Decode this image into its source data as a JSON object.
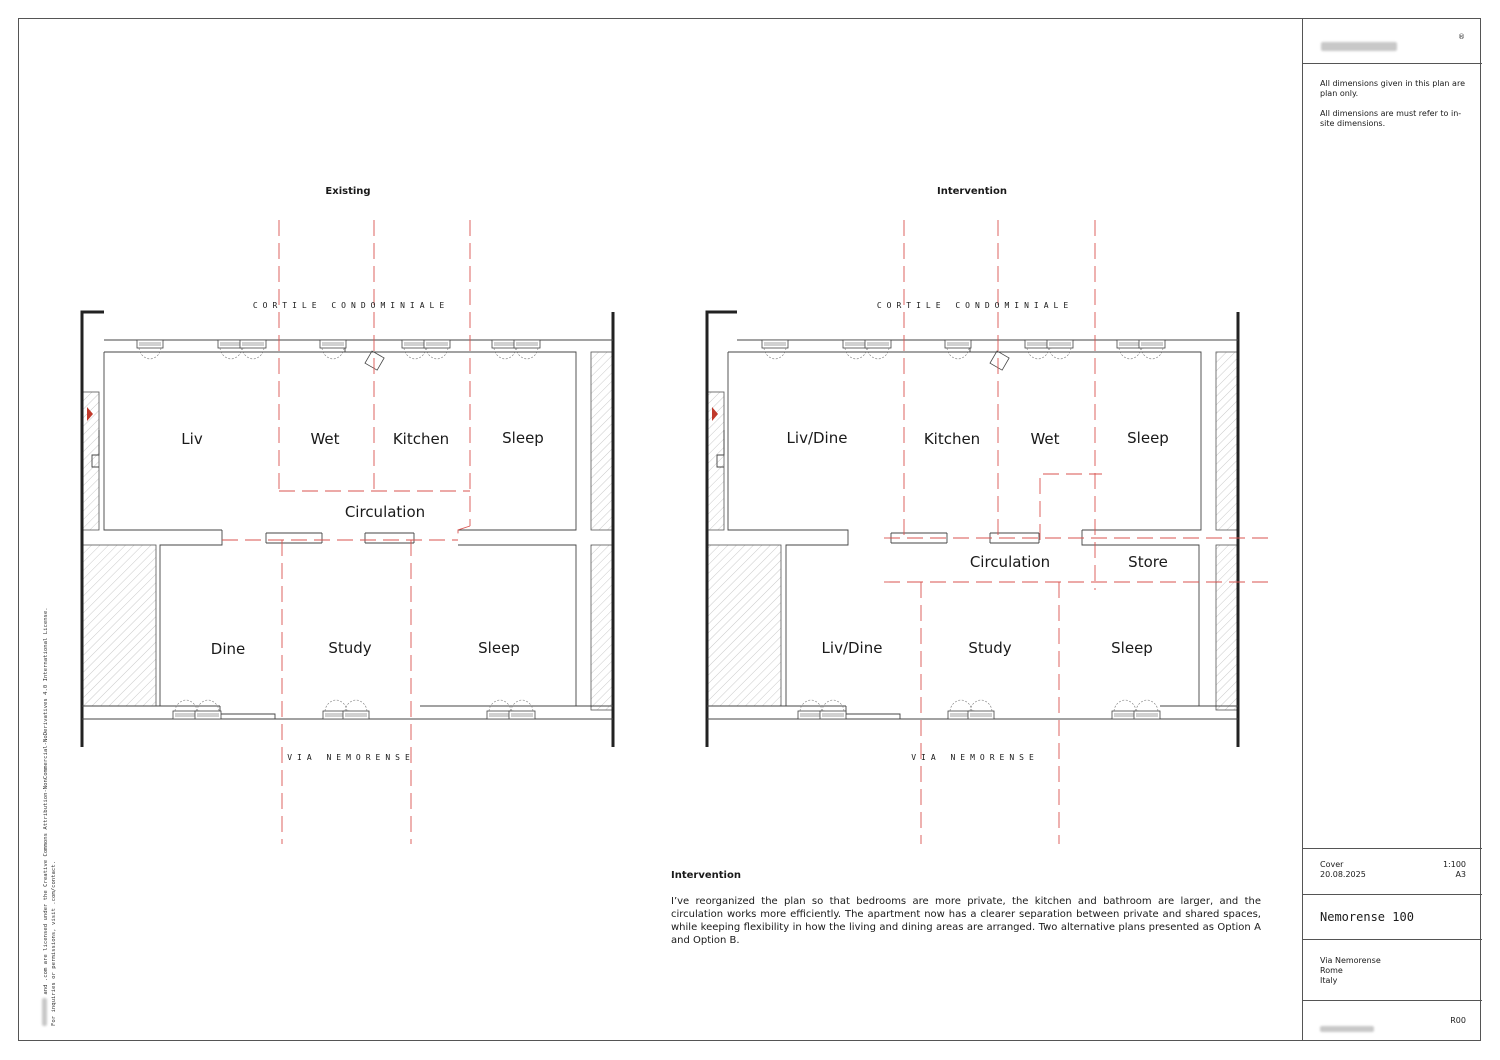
{
  "plans": {
    "existing": {
      "title": "Existing",
      "street_top": "CORTILE CONDOMINIALE",
      "street_bottom": "VIA NEMORENSE",
      "rooms": {
        "liv": "Liv",
        "wet": "Wet",
        "kitchen": "Kitchen",
        "sleep_top": "Sleep",
        "circulation": "Circulation",
        "dine": "Dine",
        "study": "Study",
        "sleep_bottom": "Sleep"
      }
    },
    "intervention": {
      "title": "Intervention",
      "street_top": "CORTILE CONDOMINIALE",
      "street_bottom": "VIA NEMORENSE",
      "rooms": {
        "liv_dine_top": "Liv/Dine",
        "kitchen": "Kitchen",
        "wet": "Wet",
        "sleep_top": "Sleep",
        "circulation": "Circulation",
        "store": "Store",
        "liv_dine_bottom": "Liv/Dine",
        "study": "Study",
        "sleep_bottom": "Sleep"
      }
    }
  },
  "notes": {
    "title": "Intervention",
    "body": "I’ve reorganized the plan so that bedrooms are more private, the kitchen and bathroom are larger, and the circulation works more efficiently. The apartment now has a clearer separation between private and shared spaces, while keeping flexibility in how the living and dining areas are arranged. Two alternative plans presented as Option A and Option B."
  },
  "title_block": {
    "mark": "®",
    "disclaimer_1": "All dimensions given in this plan are plan only.",
    "disclaimer_2": "All dimensions are must refer to in-site dimensions.",
    "sheet_name": "Cover",
    "date": "20.08.2025",
    "scale": "1:100",
    "paper": "A3",
    "project_name": "Nemorense 100",
    "address_line1": "Via Nemorense",
    "address_line2": "Rome",
    "address_line3": "Italy",
    "revision": "R00"
  },
  "license": {
    "line1": "and .com are licensed under the Creative Commons Attribution-NonCommercial-NoDerivatives 4.0 International License.",
    "line2": "For inquiries or permissions, visit .com/contact."
  },
  "colors": {
    "axis": "#d9534f",
    "wall": "#222222",
    "entry": "#c0392b"
  }
}
